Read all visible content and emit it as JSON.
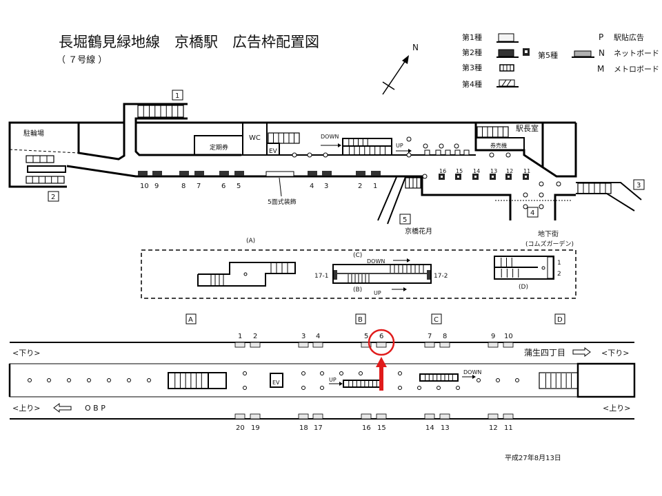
{
  "title": "長堀鶴見緑地線　京橋駅　広告枠配置図",
  "subtitle": "（ ７号線 ）",
  "compass": {
    "north_label": "N"
  },
  "legend": {
    "type1": "第1種",
    "type2": "第2種",
    "type3": "第3種",
    "type4": "第4種",
    "type5": "第5種",
    "p_code": "P",
    "p_label": "駅貼広告",
    "n_code": "N",
    "n_label": "ネットボード",
    "m_code": "M",
    "m_label": "メトロボード",
    "colors": {
      "type1": "#e8e8e8",
      "type2": "#333333",
      "net": "#b0b0b0"
    }
  },
  "concourse": {
    "bicycle_parking": "駐輪場",
    "commuter_pass": "定期券",
    "wc": "WC",
    "ev": "EV",
    "down": "DOWN",
    "up": "UP",
    "ticket_machines": "券売機",
    "station_master": "駅長室",
    "decoration": "5面式装飾",
    "exits": [
      "1",
      "2",
      "3",
      "4",
      "5"
    ],
    "exit5_dest": "京橋花月",
    "underground_mall": "地下街",
    "underground_mall_sub": "(コムズガーデン)",
    "wall_ads": [
      "10",
      "9",
      "8",
      "7",
      "6",
      "5",
      "4",
      "3",
      "2",
      "1"
    ],
    "pillar_ads": [
      "16",
      "15",
      "14",
      "13",
      "12",
      "11"
    ]
  },
  "detail": {
    "a": "(A)",
    "b": "(B)",
    "c": "(C)",
    "d": "(D)",
    "down": "DOWN",
    "up": "UP",
    "b_left": "17-1",
    "b_right": "17-2",
    "d_1": "1",
    "d_2": "2"
  },
  "platform": {
    "sections": [
      "A",
      "B",
      "C",
      "D"
    ],
    "top_ads": [
      "1",
      "2",
      "3",
      "4",
      "5",
      "6",
      "7",
      "8",
      "9",
      "10"
    ],
    "bottom_ads": [
      "20",
      "19",
      "18",
      "17",
      "16",
      "15",
      "14",
      "13",
      "12",
      "11"
    ],
    "down_label": "<下り>",
    "up_label": "<上り>",
    "down_label_right": "<下り>",
    "up_label_right": "<上り>",
    "obp": "O B P",
    "gamo": "蒲生四丁目",
    "ev": "EV",
    "up": "UP",
    "down": "DOWN",
    "highlighted_ad": "6",
    "highlight_color": "#e01b1b"
  },
  "date": "平成27年8月13日"
}
